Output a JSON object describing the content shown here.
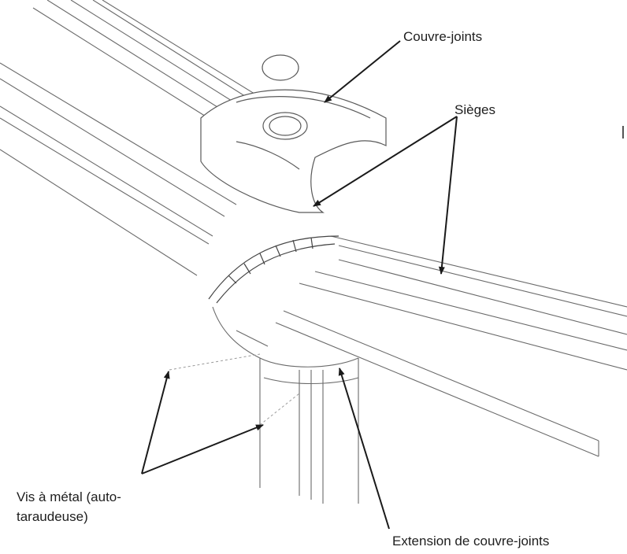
{
  "labels": {
    "couvre_joints": "Couvre-joints",
    "sieges": "Sièges",
    "vis_line1": "Vis à métal (auto-",
    "vis_line2": "taraudeuse)",
    "extension": "Extension de couvre-joints"
  },
  "colors": {
    "line": "#5a5a5a",
    "arrow": "#1a1a1a",
    "text": "#1e1e1e"
  }
}
